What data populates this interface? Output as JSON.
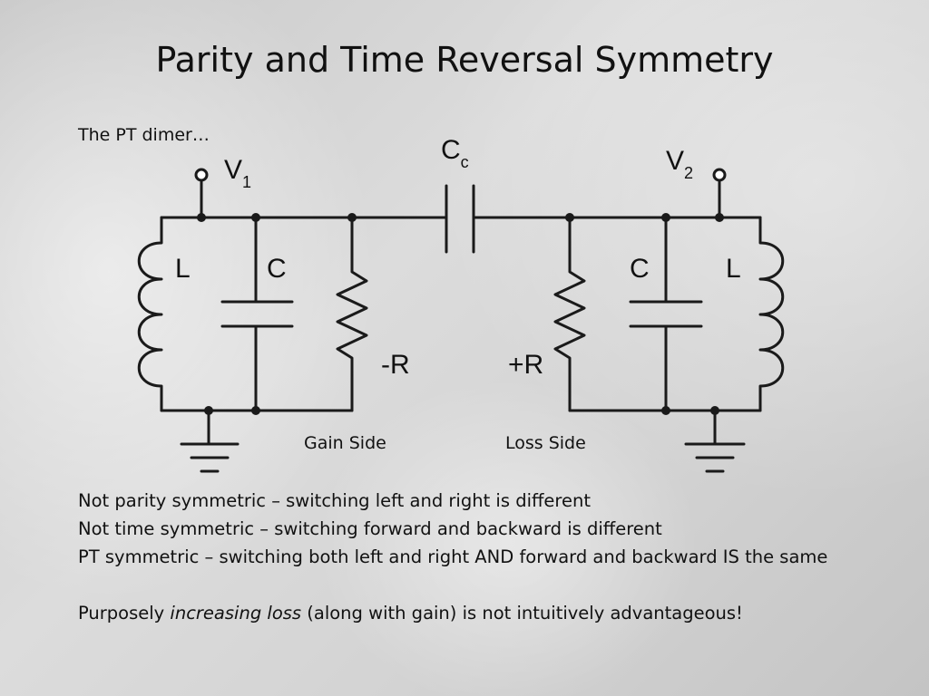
{
  "title": "Parity and Time Reversal Symmetry",
  "subtitle": "The PT dimer…",
  "circuit": {
    "v1_main": "V",
    "v1_sub": "1",
    "v2_main": "V",
    "v2_sub": "2",
    "cc_main": "C",
    "cc_sub": "c",
    "left_inductor": "L",
    "left_capacitor": "C",
    "left_resistor": "-R",
    "right_resistor": "+R",
    "right_capacitor": "C",
    "right_inductor": "L"
  },
  "gain_side": "Gain Side",
  "loss_side": "Loss Side",
  "bullets": [
    "Not parity symmetric – switching left and right is different",
    "Not time symmetric – switching forward and backward is different",
    "PT symmetric – switching both left and right AND forward and backward IS the same"
  ],
  "closing": {
    "before": "Purposely ",
    "emphasis": "increasing loss",
    "after": " (along with gain) is not intuitively advantageous!"
  }
}
